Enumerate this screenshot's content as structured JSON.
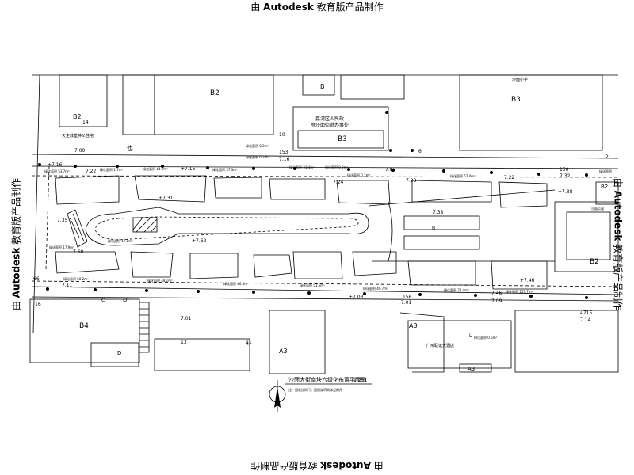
{
  "watermark": "由 Autodesk 教育版产品制作",
  "watermark_prefix": "由 ",
  "watermark_brand": "Autodesk",
  "watermark_suffix": " 教育版产品制作",
  "plan": {
    "title": "沙面大街南块六级化布置平面图",
    "scale": "1:251",
    "note": "注：图纸比例尺，图例说明具体见附件"
  },
  "blocks": {
    "b2_top": "B2",
    "b3_right": "B3",
    "b_small": "B",
    "b2_left": "B2",
    "b3_center": "B3",
    "b2_right": "B2",
    "b4": "B4",
    "a3_a": "A3",
    "a3_b": "A3",
    "a3_c": "A3",
    "b2_r_small": "B2",
    "d1": "D",
    "d2": "D",
    "c1": "C",
    "l1": "L",
    "i1": "I",
    "b_sm2": "B"
  },
  "labels": {
    "gov_1": "荔湾区人民政",
    "gov_2": "府沙面街道办事处",
    "church": "天主教堂神父住宅",
    "school": "沙面小学",
    "guangzhou": "广州联谊大酒店",
    "n14": "14",
    "n10": "10",
    "n153": "153",
    "n6": "6",
    "n150": "150",
    "n156": "156",
    "n16": "16",
    "n2": "2",
    "n13": "13",
    "n11": "11",
    "n4715": "4715",
    "ch": "也"
  },
  "elevations": {
    "e716": "+7.16",
    "e700": "7.00",
    "e722": "7.22",
    "e715": "+7.15",
    "e716b": "7.16",
    "e705": "7.05",
    "e724": "7.24",
    "e723": "7.23",
    "e722b": "7.22",
    "e732": "7.32",
    "e738": "+7.38",
    "e731": "+7.31",
    "e735": "7.35",
    "e730": "7.38",
    "e762": "+7.62",
    "e760": "7.60",
    "e711": "7.11",
    "e703": "+7.03",
    "e701": "7.01",
    "e746": "+7.46",
    "e746b": "7.46",
    "e709": "7.09",
    "e714": "7.14",
    "e701b": "7.01",
    "e66": "66"
  },
  "areas": {
    "a1": "绿化面积 0.2m²",
    "a2": "绿化面积 0.2m²",
    "a3": "绿化面积 53.7m²",
    "a4": "绿化面积 1.7m²",
    "a5": "绿化面积 44.9m²",
    "a6": "绿化面积 37.3m²",
    "a7": "绿化面积 31.4m²",
    "a8": "绿化面积 0.2m²",
    "a9": "绿化面积 0.2m²",
    "a10": "绿化面积 67.4m²",
    "a11": "绿化面积 17.8m²",
    "a12": "绿化面积 17.9m²",
    "a13": "绿化面积 58.2m²",
    "a14": "绿化面积 48.1m²",
    "a15": "绿化面积 46.5m²",
    "a16": "绿化面积 51.6m²",
    "a17": "绿化面积 40.7m²",
    "a18": "绿化面积 78.4m²",
    "a19": "绿化面积 153.7m²",
    "a20": "绿化面积 0.6m²",
    "a21": "绿化面积",
    "a22": "沙面公寓"
  }
}
